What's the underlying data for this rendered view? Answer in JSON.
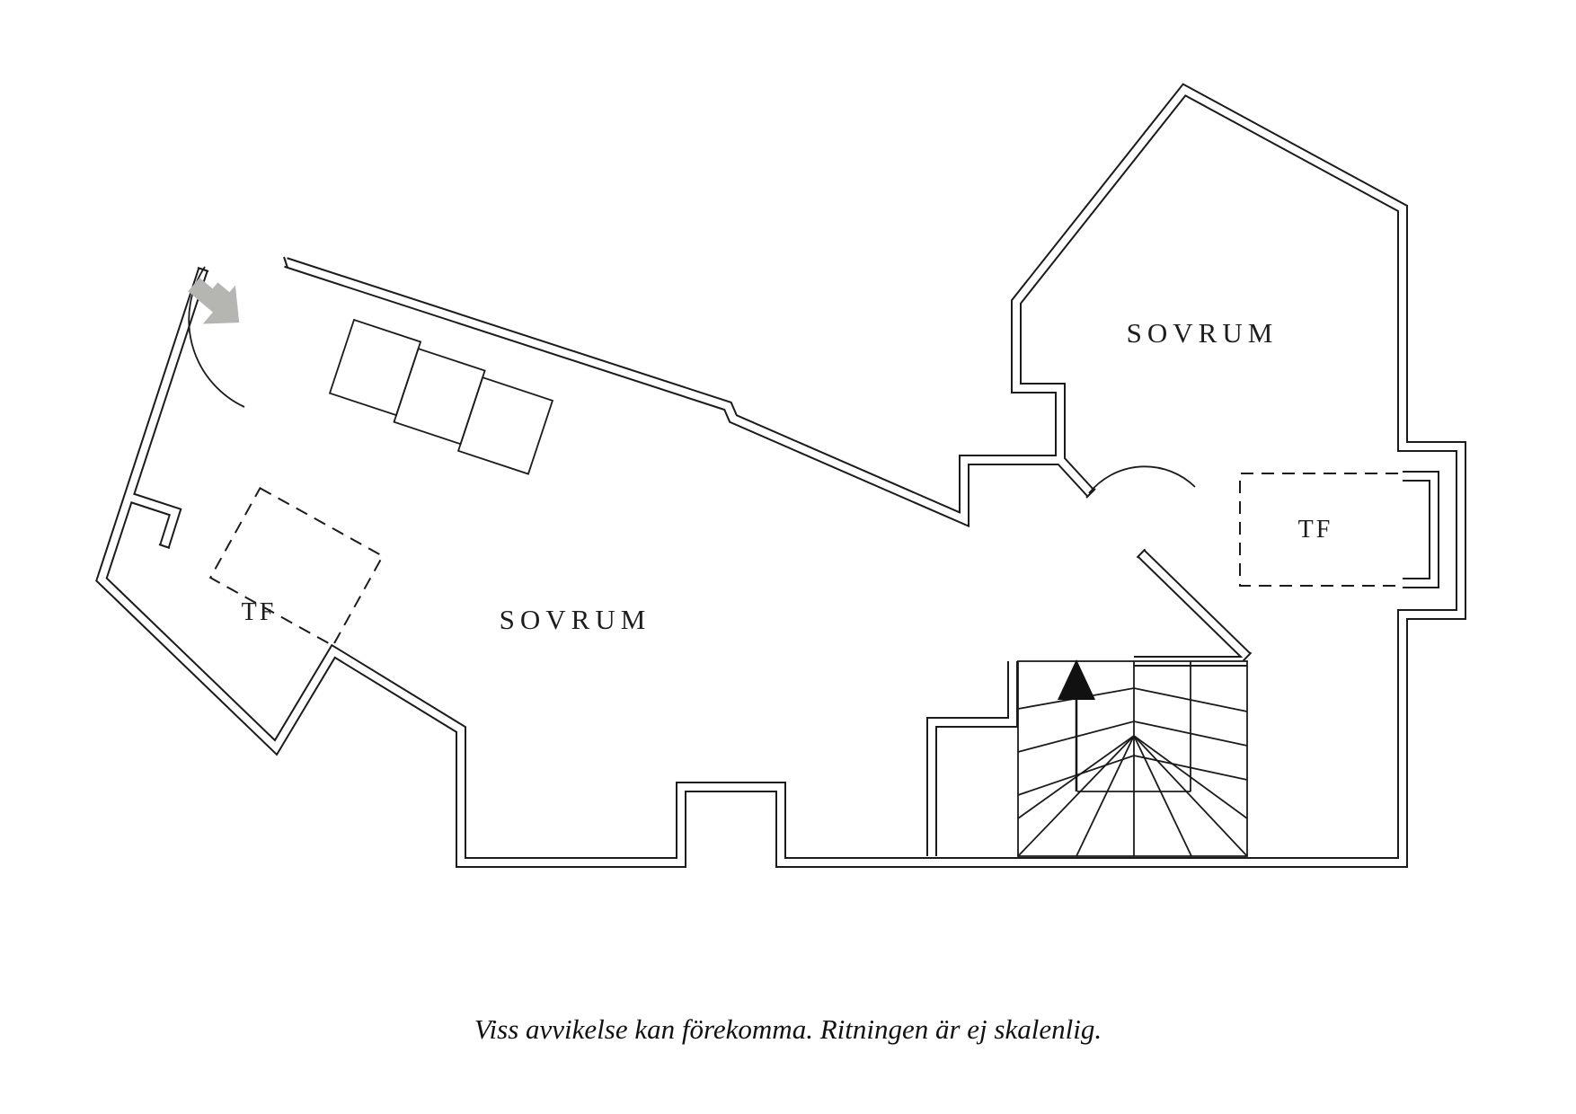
{
  "page": {
    "background": "#ffffff",
    "line_color": "#1b1b1b",
    "entry_arrow_color": "#b5b5b2"
  },
  "floor_plan": {
    "rooms": [
      {
        "id": "sovrum-main",
        "label": "SOVRUM"
      },
      {
        "id": "sovrum-upper",
        "label": "SOVRUM"
      }
    ],
    "closets": [
      {
        "id": "tf-left",
        "label": "TF"
      },
      {
        "id": "tf-right",
        "label": "TF"
      }
    ],
    "stairs": {
      "direction": "up"
    },
    "entry": {
      "symbol": "entry-direction-arrow"
    }
  },
  "caption": {
    "text": "Viss avvikelse kan förekomma. Ritningen är ej skalenlig."
  }
}
